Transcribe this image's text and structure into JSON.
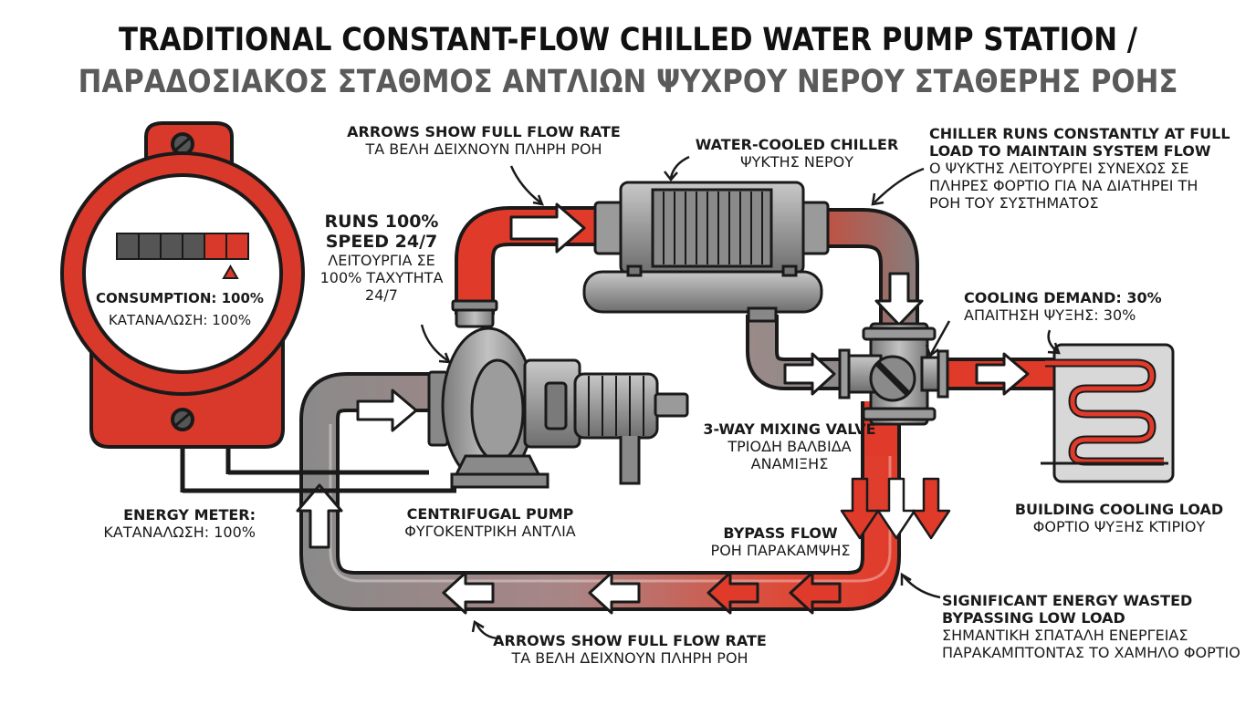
{
  "title": {
    "line1": "TRADITIONAL CONSTANT-FLOW CHILLED WATER PUMP STATION /",
    "line2": "ΠΑΡΑΔΟΣΙΑΚΟΣ ΣΤΑΘΜΟΣ ΑΝΤΛΙΩΝ ΨΥΧΡΟΥ ΝΕΡΟΥ ΣΤΑΘΕΡΗΣ ΡΟΗΣ"
  },
  "meter": {
    "consumption_en": "CONSUMPTION: 100%",
    "consumption_gr": "ΚΑΤΑΝΑΛΩΣΗ: 100%",
    "bar_segments": 6,
    "bar_active_segments": 2,
    "colors": {
      "body": "#d9392b",
      "segment_off": "#555555",
      "segment_on": "#d9392b"
    }
  },
  "labels": {
    "energy_meter": {
      "en": "ENERGY METER:",
      "gr": "ΚΑΤΑΝΑΛΩΣΗ: 100%"
    },
    "arrows_top": {
      "en": "ARROWS SHOW FULL FLOW RATE",
      "gr": "ΤΑ ΒΕΛΗ ΔΕΙΧΝΟΥΝ ΠΛΗΡΗ ΡΟΗ"
    },
    "runs": {
      "en1": "RUNS 100%",
      "en2": "SPEED 24/7",
      "gr1": "ΛΕΙΤΟΥΡΓΙΑ ΣΕ",
      "gr2": "100% ΤΑΧΥΤΗΤΑ",
      "gr3": "24/7"
    },
    "chiller": {
      "en": "WATER-COOLED CHILLER",
      "gr": "ΨΥΚΤΗΣ ΝΕΡΟΥ"
    },
    "chiller_runs": {
      "en1": "CHILLER RUNS CONSTANTLY AT FULL",
      "en2": "LOAD TO MAINTAIN SYSTEM FLOW",
      "gr1": "Ο ΨΥΚΤΗΣ ΛΕΙΤΟΥΡΓΕΙ ΣΥΝΕΧΩΣ ΣΕ",
      "gr2": "ΠΛΗΡΕΣ ΦΟΡΤΙΟ ΓΙΑ ΝΑ ΔΙΑΤΗΡΕΙ ΤΗ",
      "gr3": "ΡΟΗ ΤΟΥ ΣΥΣΤΗΜΑΤΟΣ"
    },
    "cooling_demand": {
      "en": "COOLING DEMAND: 30%",
      "gr": "ΑΠΑΙΤΗΣΗ ΨΥΞΗΣ: 30%"
    },
    "valve": {
      "en": "3-WAY MIXING VALVE",
      "gr1": "ΤΡΙΟΔΗ ΒΑΛΒΙΔΑ",
      "gr2": "ΑΝΑΜΙΞΗΣ"
    },
    "building": {
      "en": "BUILDING COOLING LOAD",
      "gr": "ΦΟΡΤΙΟ ΨΥΞΗΣ ΚΤΙΡΙΟΥ"
    },
    "pump": {
      "en": "CENTRIFUGAL PUMP",
      "gr": "ΦΥΓΟΚΕΝΤΡΙΚΗ ΑΝΤΛΙΑ"
    },
    "bypass": {
      "en": "BYPASS FLOW",
      "gr": "ΡΟΗ ΠΑΡΑΚΑΜΨΗΣ"
    },
    "wasted": {
      "en1": "SIGNIFICANT ENERGY WASTED",
      "en2": "BYPASSING LOW LOAD",
      "gr1": "ΣΗΜΑΝΤΙΚΗ ΣΠΑΤΑΛΗ ΕΝΕΡΓΕΙΑΣ",
      "gr2": "ΠΑΡΑΚΑΜΠΤΟΝΤΑΣ ΤΟ ΧΑΜΗΛΟ ΦΟΡΤΙΟ"
    },
    "arrows_bottom": {
      "en": "ARROWS SHOW FULL FLOW RATE",
      "gr": "ΤΑ ΒΕΛΗ ΔΕΙΧΝΟΥΝ ΠΛΗΡΗ ΡΟΗ"
    }
  },
  "colors": {
    "hot_pipe": "#e03a2a",
    "cold_pipe": "#8d8d8d",
    "outline": "#1a1a1a",
    "equipment": "#9a9a9a",
    "load_panel": "#d8d8d8"
  },
  "icons": [
    "energy-meter-icon",
    "pump-icon",
    "chiller-icon",
    "valve-icon",
    "coil-icon",
    "flow-arrow-icon"
  ]
}
